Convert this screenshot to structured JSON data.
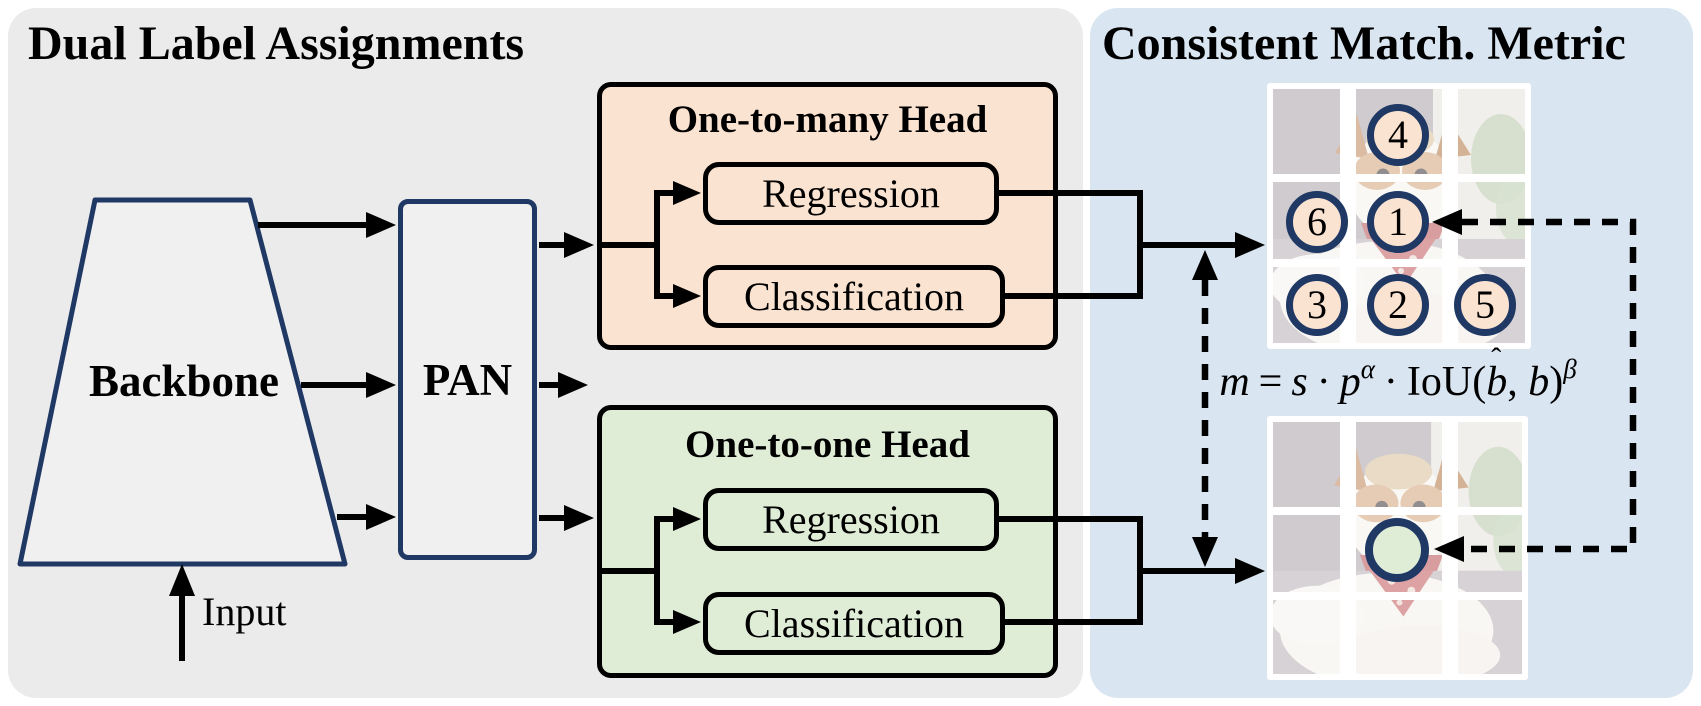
{
  "left_panel": {
    "title": "Dual Label Assignments",
    "backbone_label": "Backbone",
    "pan_label": "PAN",
    "input_label": "Input",
    "one_to_many_head": {
      "title": "One-to-many Head",
      "regression_label": "Regression",
      "classification_label": "Classification"
    },
    "one_to_one_head": {
      "title": "One-to-one Head",
      "regression_label": "Regression",
      "classification_label": "Classification"
    }
  },
  "right_panel": {
    "title": "Consistent Match. Metric",
    "formula": {
      "m": "m",
      "equals": "=",
      "s": "s",
      "dot1": "·",
      "p": "p",
      "alpha_sup": "α",
      "dot2": "·",
      "iou": "IoU",
      "open_paren": "(",
      "b_hat_base": "b",
      "hat": "ˆ",
      "comma": ",",
      "b": "b",
      "close_paren": ")",
      "beta_sup": "β"
    },
    "top_grid": {
      "anchors": [
        {
          "label": "4",
          "row": 0,
          "col": 1
        },
        {
          "label": "6",
          "row": 1,
          "col": 0
        },
        {
          "label": "1",
          "row": 1,
          "col": 1
        },
        {
          "label": "3",
          "row": 2,
          "col": 0
        },
        {
          "label": "2",
          "row": 2,
          "col": 1
        },
        {
          "label": "5",
          "row": 2,
          "col": 2
        }
      ]
    },
    "bottom_grid": {
      "selected_anchor": {
        "label": "",
        "row": 1,
        "col": 1
      }
    }
  },
  "colors": {
    "navy_accent": "#1f3864",
    "one_to_many_peach": "#fbe3d1",
    "one_to_one_green": "#e0edd6",
    "left_panel_gray": "#ebebeb",
    "right_panel_blue": "#d9e5f1",
    "line_black": "#000000"
  }
}
